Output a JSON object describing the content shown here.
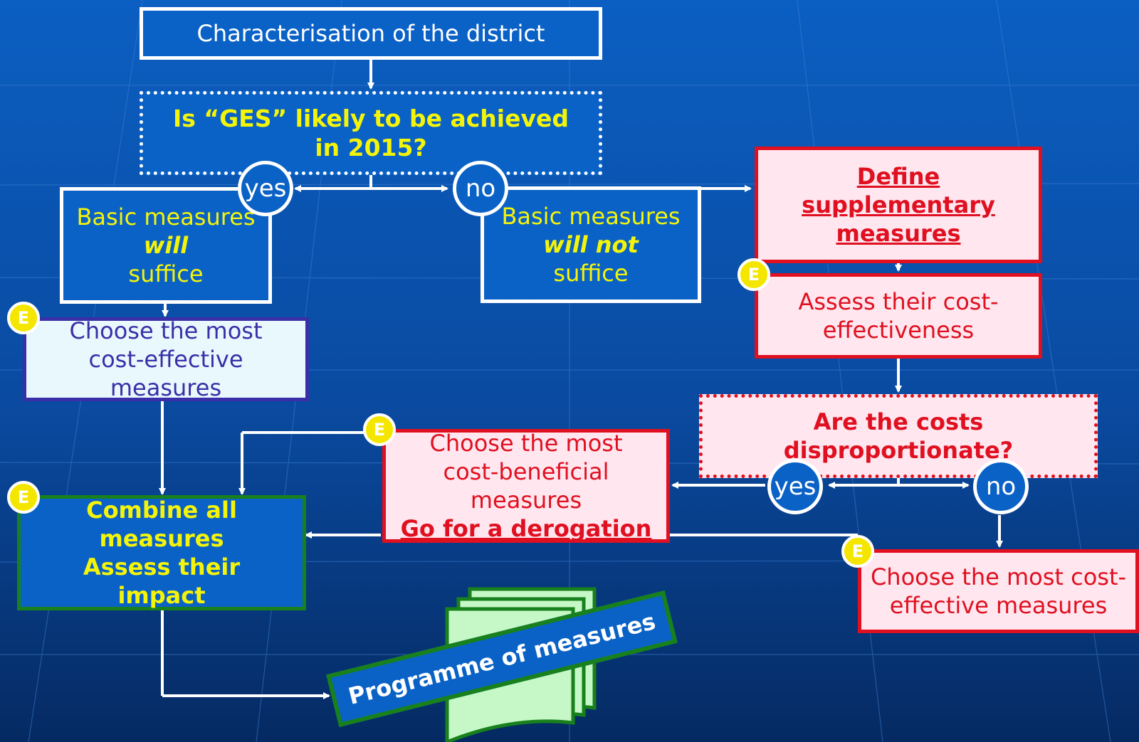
{
  "boxes": {
    "characterisation": "Characterisation of the district",
    "ges_question": "Is “GES” likely to be achieved in 2015?",
    "basic_will": {
      "line1": "Basic measures",
      "line2": "will",
      "line3": "suffice"
    },
    "basic_will_not": {
      "line1": "Basic measures",
      "line2": "will not",
      "line3": "suffice"
    },
    "define_supplementary": "Define supplementary measures",
    "assess_cost_effectiveness": "Assess their cost-effectiveness",
    "choose_cost_effective_left": "Choose the most cost-effective measures",
    "costs_question": "Are the costs disproportionate?",
    "choose_cost_beneficial": {
      "line1": "Choose the most cost-beneficial measures",
      "line2": "Go for a derogation"
    },
    "combine": {
      "line1": "Combine all measures",
      "line2": "Assess their impact"
    },
    "choose_cost_effective_right": "Choose the most cost-effective measures"
  },
  "decisions": {
    "ges_yes": "yes",
    "ges_no": "no",
    "costs_yes": "yes",
    "costs_no": "no"
  },
  "badge_label": "E",
  "output_label": "Programme of measures",
  "colors": {
    "background": "#06357a",
    "box_blue": "#0a62c6",
    "red": "#e01020",
    "pink": "#ffe6ef",
    "yellow_text": "#f4f40a",
    "green": "#18801c",
    "light_green": "#c6f7c6",
    "badge_yellow": "#f5e600"
  }
}
